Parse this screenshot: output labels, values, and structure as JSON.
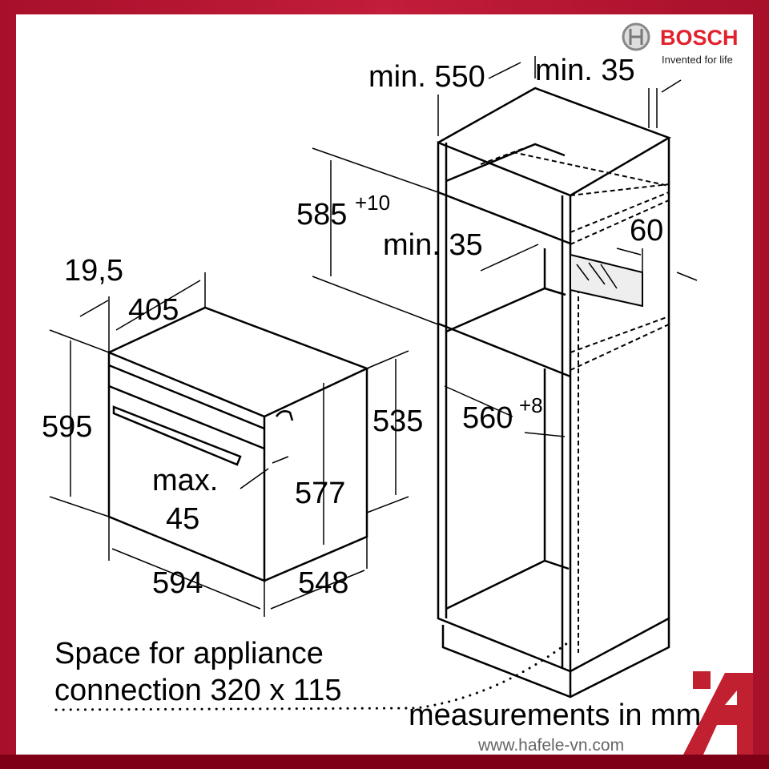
{
  "brand": {
    "name": "BOSCH",
    "tagline": "Invented for life",
    "color": "#e1222c"
  },
  "oven_dims": {
    "d_19_5": "19,5",
    "d_405": "405",
    "d_595": "595",
    "d_535": "535",
    "d_577": "577",
    "max_45_line1": "max.",
    "max_45_line2": "45",
    "d_594": "594",
    "d_548": "548"
  },
  "cabinet_dims": {
    "min_550": "min. 550",
    "min_35_top": "min. 35",
    "d_585": "585",
    "d_585_tol": "+10",
    "min_35_mid": "min. 35",
    "d_60": "60",
    "d_560": "560",
    "d_560_tol": "+8"
  },
  "notes": {
    "space_line1": "Space for appliance",
    "space_line2": "connection 320 x 115",
    "units": "measurements in mm"
  },
  "watermark": {
    "url": "www.hafele-vn.com",
    "logo_color": "#c0202f"
  },
  "colors": {
    "frame": "#b0122e",
    "bottom_bar": "#7e0016"
  }
}
